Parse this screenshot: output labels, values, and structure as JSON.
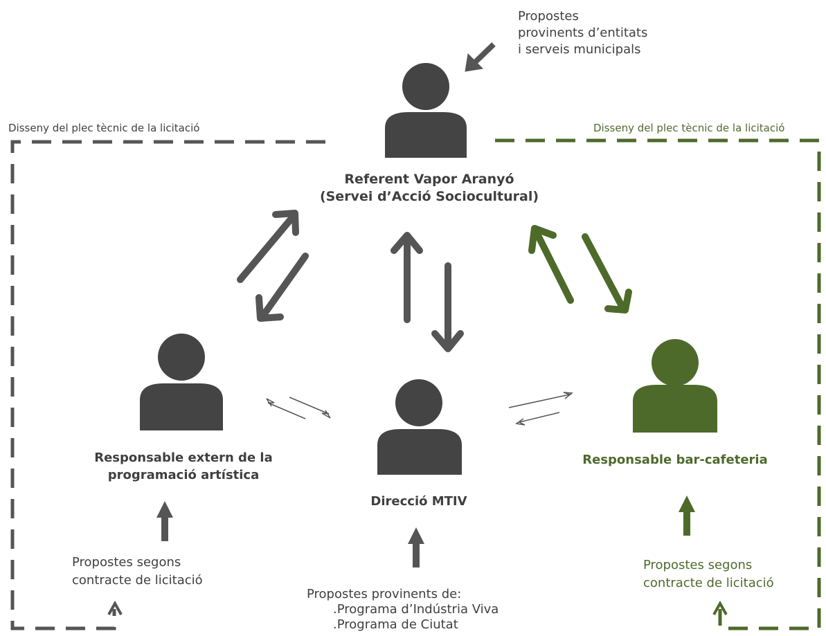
{
  "colors": {
    "gray": "#444444",
    "green": "#4e6a2b"
  },
  "top_note": "Propostes\nprovinents d’entitats\ni serveis municipals",
  "left_region_label": "Disseny del plec tècnic de la licitació",
  "right_region_label": "Disseny del plec tècnic de la licitació",
  "roles": {
    "referent": {
      "line1": "Referent Vapor Aranyó",
      "line2": "(Servei d’Acció Sociocultural)"
    },
    "artistic": {
      "line1": "Responsable extern de la",
      "line2": "programació artística"
    },
    "direccio": {
      "label": "Direcció MTIV"
    },
    "bar": {
      "label": "Responsable bar-cafeteria"
    }
  },
  "left_proposals": "Propostes segons\ncontracte de licitació",
  "right_proposals": "Propostes segons\ncontracte de licitació",
  "bottom_proposals": {
    "title": "Propostes provinents de:",
    "items": [
      ".Programa d’Indústria Viva",
      ".Programa de Ciutat"
    ]
  },
  "icons": [
    "person-icon",
    "arrow-icon",
    "dashed-boundary"
  ]
}
